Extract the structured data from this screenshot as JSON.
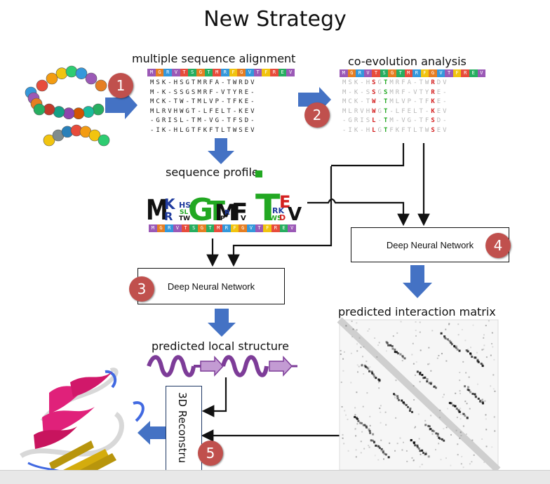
{
  "title": "New Strategy",
  "labels": {
    "msa": "multiple sequence alignment",
    "coevo": "co-evolution analysis",
    "profile": "sequence profile",
    "local": "predicted local structure",
    "matrix": "predicted interaction matrix"
  },
  "boxes": {
    "dnn_right": "Deep Neural Network",
    "dnn_left": "Deep Neural Network",
    "recon": "3D Reconstru"
  },
  "badges": [
    "1",
    "2",
    "3",
    "4",
    "5"
  ],
  "sequence_header": [
    "M",
    "G",
    "R",
    "V",
    "T",
    "S",
    "G",
    "T",
    "M",
    "R",
    "F",
    "G",
    "V",
    "T",
    "F",
    "R",
    "E",
    "V"
  ],
  "msa_rows": [
    "MSK-HSGTMRFA-TWRDV",
    "M-K-SSGSMRF-VTYRE-",
    "MCK-TW-TMLVP-TFKE-",
    "MLRVHWGT-LFELT-KEV",
    "-GRISL-TM-VG-TFSD-",
    "-IK-HLGTFKFTLTWSEV"
  ],
  "colors": {
    "arrow_blue": "#4472c4",
    "badge_red": "#c0504d",
    "helix": "#9b59b6",
    "sheet": "#c39bd3"
  }
}
